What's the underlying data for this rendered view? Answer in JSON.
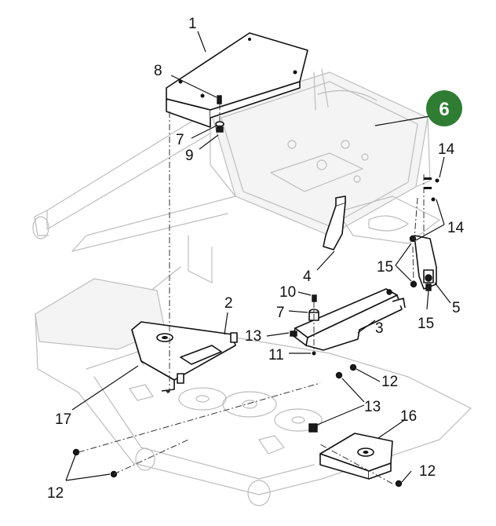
{
  "badge": {
    "label": "6",
    "color": "#2e7d32"
  },
  "callouts": {
    "c1": "1",
    "c2": "2",
    "c3": "3",
    "c4": "4",
    "c5": "5",
    "c7a": "7",
    "c7b": "7",
    "c8": "8",
    "c9": "9",
    "c10": "10",
    "c11": "11",
    "c12a": "12",
    "c12b": "12",
    "c12c": "12",
    "c13a": "13",
    "c13b": "13",
    "c14a": "14",
    "c14b": "14",
    "c15a": "15",
    "c15b": "15",
    "c16": "16",
    "c17": "17"
  }
}
